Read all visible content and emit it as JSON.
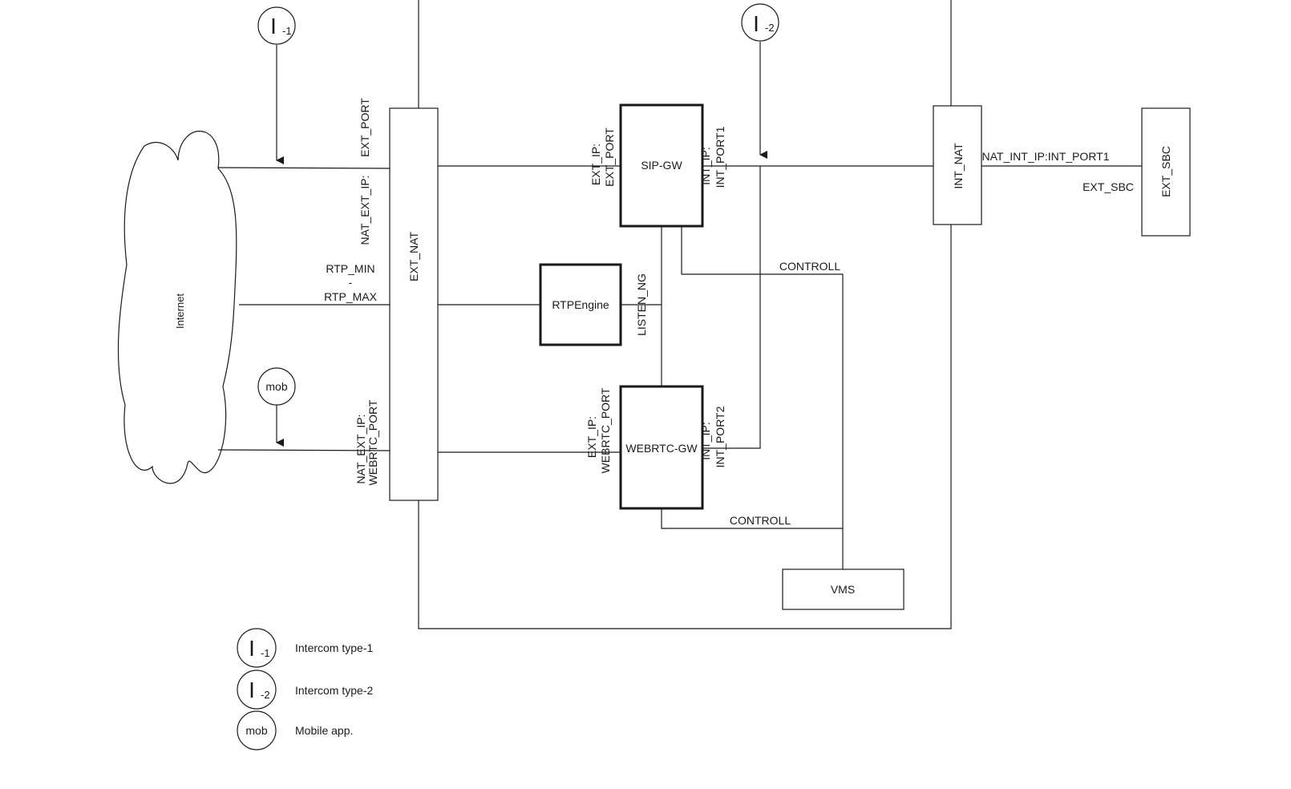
{
  "nodes": {
    "internet": "Internet",
    "ext_nat": "EXT_NAT",
    "sip_gw": "SIP-GW",
    "rtpengine": "RTPEngine",
    "webrtc_gw": "WEBRTC-GW",
    "int_nat": "INT_NAT",
    "ext_sbc": "EXT_SBC",
    "vms": "VMS"
  },
  "markers": {
    "intercom1": {
      "main": "I",
      "sub": "-1"
    },
    "intercom2": {
      "main": "I",
      "sub": "-2"
    },
    "mobile": "mob"
  },
  "labels": {
    "ext_port": "EXT_PORT",
    "nat_ext_ip": "NAT_EXT_IP:",
    "rtp_min": "RTP_MIN",
    "rtp_dash": "-",
    "rtp_max": "RTP_MAX",
    "nat_ext_ip_2": "NAT_EXT_IP:",
    "webrtc_port_left": "WEBRTC_PORT",
    "sip_ext_ip": "EXT_IP:",
    "sip_ext_port": "EXT_PORT",
    "sip_int_ip": "INT_IP:",
    "sip_int_port1": "INT_PORT1",
    "listen_ng": "LISTEN_NG",
    "webrtc_ext_ip": "EXT_IP:",
    "webrtc_port_right": "WEBRTC_PORT",
    "webrtc_int_ip": "INT_IP:",
    "webrtc_int_port2": "INT_PORT2",
    "controll_top": "CONTROLL",
    "controll_bottom": "CONTROLL",
    "nat_int_ip_port1": "NAT_INT_IP:INT_PORT1",
    "ext_sbc_label": "EXT_SBC"
  },
  "legend": [
    {
      "icon": "I",
      "sub": "-1",
      "text": "Intercom type-1"
    },
    {
      "icon": "I",
      "sub": "-2",
      "text": "Intercom type-2"
    },
    {
      "icon": "mob",
      "sub": "",
      "text": "Mobile app."
    }
  ]
}
